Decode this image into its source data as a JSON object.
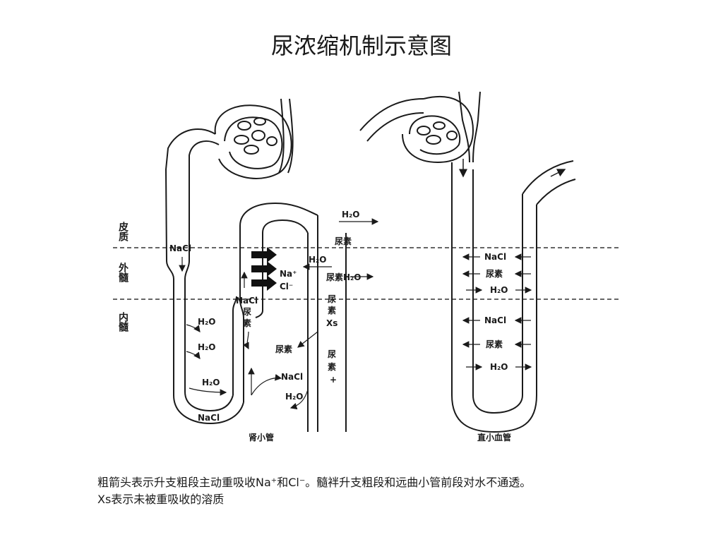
{
  "title": "尿浓缩机制示意图",
  "zones": {
    "cortex": "皮质",
    "outer_medulla": "外髓",
    "inner_medulla": "内髓"
  },
  "labels": {
    "nacl": "NaCl",
    "h2o": "H₂O",
    "urea": "尿素",
    "na_plus": "Na⁺",
    "cl_minus": "Cl⁻",
    "xs": "Xs",
    "plus": "+",
    "nacl_urea_vertical": [
      "NaCl",
      "尿",
      "素"
    ],
    "urea_xs_vertical": [
      "尿",
      "素",
      "Xs"
    ],
    "urea_plus_vertical": [
      "尿",
      "素",
      "+"
    ],
    "urea_h2o": "尿素H₂O"
  },
  "captions": {
    "tubule": "肾小管",
    "vasa_recta": "直小血管"
  },
  "caption_text": {
    "line1": "粗箭头表示升支粗段主动重吸收Na⁺和Cl⁻。髓袢升支粗段和远曲小管前段对水不通透。",
    "line2": "Xs表示未被重吸收的溶质"
  }
}
